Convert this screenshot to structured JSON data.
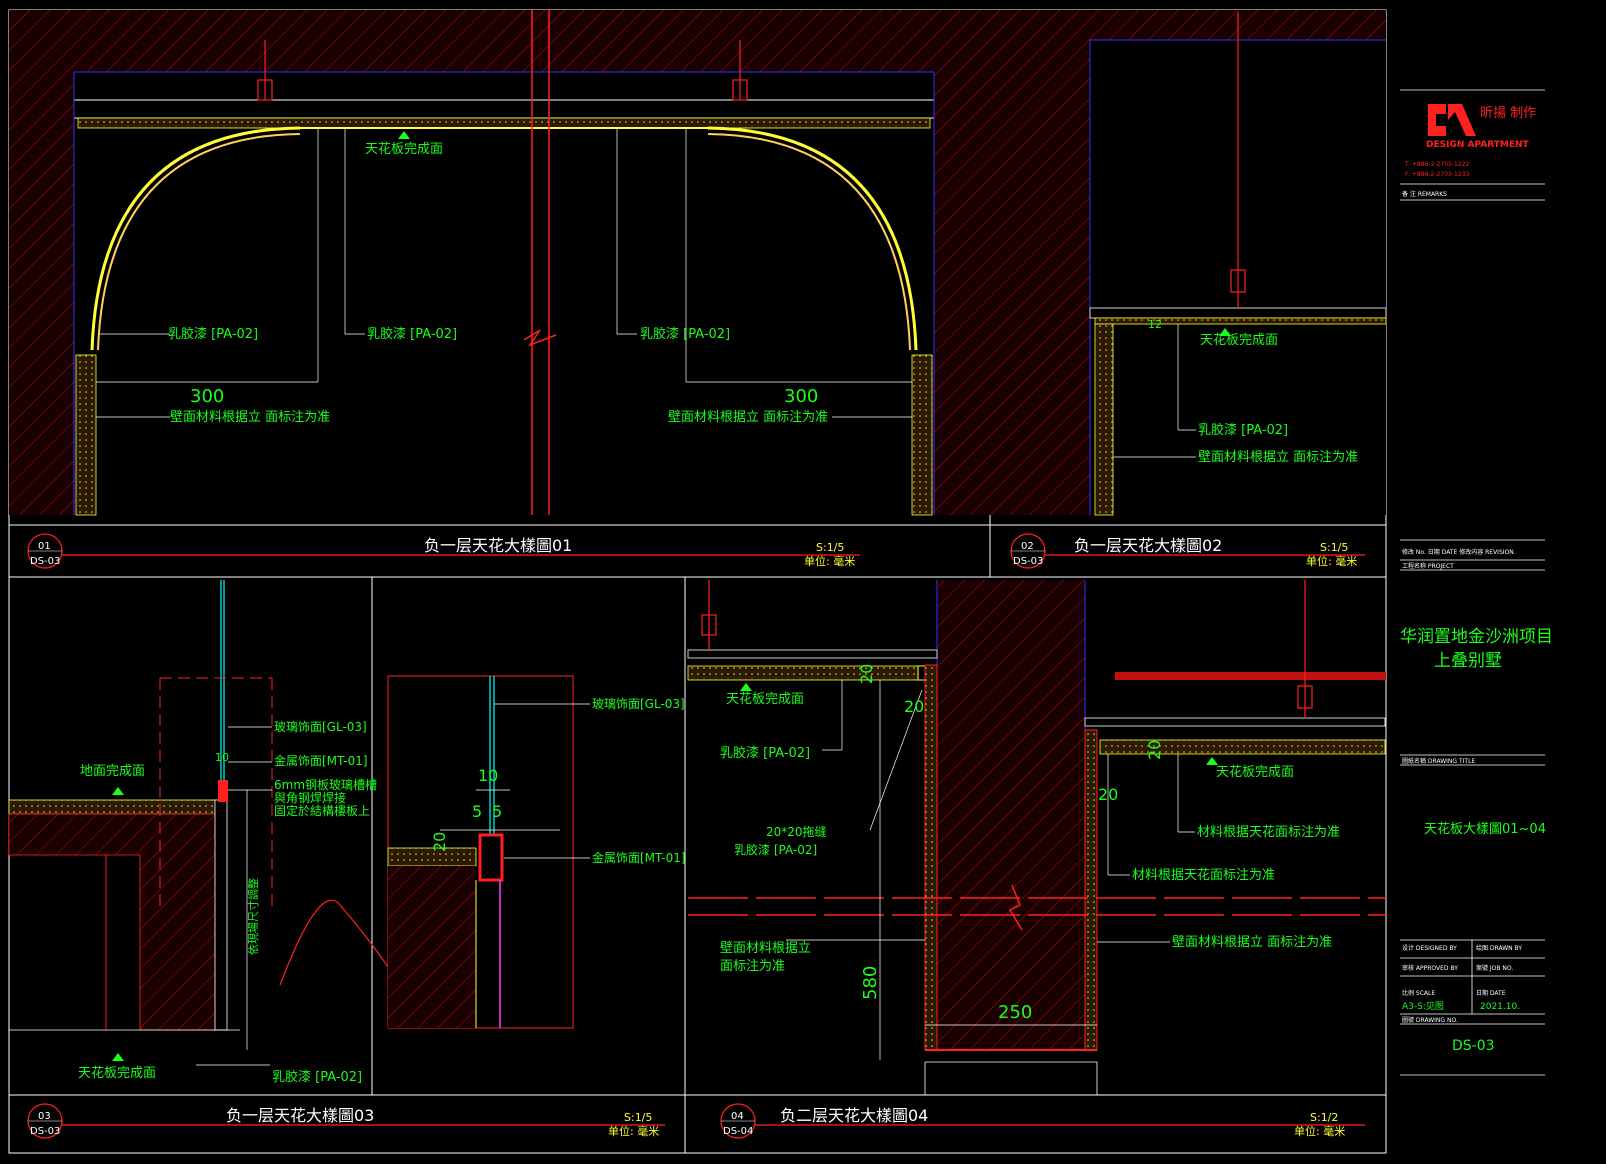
{
  "labels": {
    "ceiling_finish": "天花板完成面",
    "latex_paint": "乳胶漆 [PA-02]",
    "wall_material_1": "壁面材料根据立 面标注为准",
    "wall_material_2a": "壁面材料根据立",
    "wall_material_2b": "面标注为准",
    "floor_finish": "地面完成面",
    "glass_finish": "玻璃饰面[GL-03]",
    "metal_finish": "金属饰面[MT-01]",
    "glass_note_1": "6mm钢板玻璃槽槽",
    "glass_note_2": "與角钢焊焊接",
    "glass_note_3": "固定於結構樓板上",
    "site_size": "依現場尺寸調整",
    "groove": "20*20拖缝",
    "material_ceiling_1": "材料根据天花面标注为准",
    "material_ceiling_2": "材料根据天花面标注为准"
  },
  "dims": {
    "d300": "300",
    "d10": "10",
    "d5": "5",
    "d20": "20",
    "d580": "580",
    "d250": "250",
    "d12": "12"
  },
  "views": [
    {
      "num": "01",
      "sheet": "DS-03",
      "title": "负一层天花大樣圖01",
      "scale": "S:1/5",
      "unit": "单位: 毫米"
    },
    {
      "num": "02",
      "sheet": "DS-03",
      "title": "负一层天花大樣圖02",
      "scale": "S:1/5",
      "unit": "单位: 毫米"
    },
    {
      "num": "03",
      "sheet": "DS-03",
      "title": "负一层天花大樣圖03",
      "scale": "S:1/5",
      "unit": "单位: 毫米"
    },
    {
      "num": "04",
      "sheet": "DS-04",
      "title": "负二层天花大樣圖04",
      "scale": "S:1/2",
      "unit": "单位: 毫米"
    }
  ],
  "titleblock": {
    "brand_cn": "昕揚 制作",
    "brand_en": "DESIGN APARTMENT",
    "tel": "T: +886-2-2703-1222",
    "fax": "F: +886-2-2703-1233",
    "remarks": "备 注 REMARKS",
    "revision": "修改 No. 日期 DATE  修改内容 REVISION",
    "project_label": "工程名称 PROJECT",
    "project_line1": "华润置地金沙洲项目",
    "project_line2": "上叠别墅",
    "drawing_title_label": "圖紙名稱 DRAWING TITLE",
    "drawing_title": "天花板大樣圖01~04",
    "designed": "设计 DESIGNED BY",
    "drawn": "绘图 DRAWN BY",
    "approved": "审核 APPROVED BY",
    "job": "案號 JOB NO.",
    "scale_label": "比例 SCALE",
    "date_label": "日期 DATE",
    "scale_value": "A3-S:见图",
    "date_value": "2021.10.",
    "drawing_no_label": "圖號 DRAWING NO.",
    "drawing_no": "DS-03"
  },
  "colors": {
    "annotation": "#1aff1a",
    "frame": "#ffffff",
    "hatch": "#ff2020",
    "cyan": "#00ffff",
    "yellow": "#ffff33",
    "blue": "#3030ff"
  }
}
